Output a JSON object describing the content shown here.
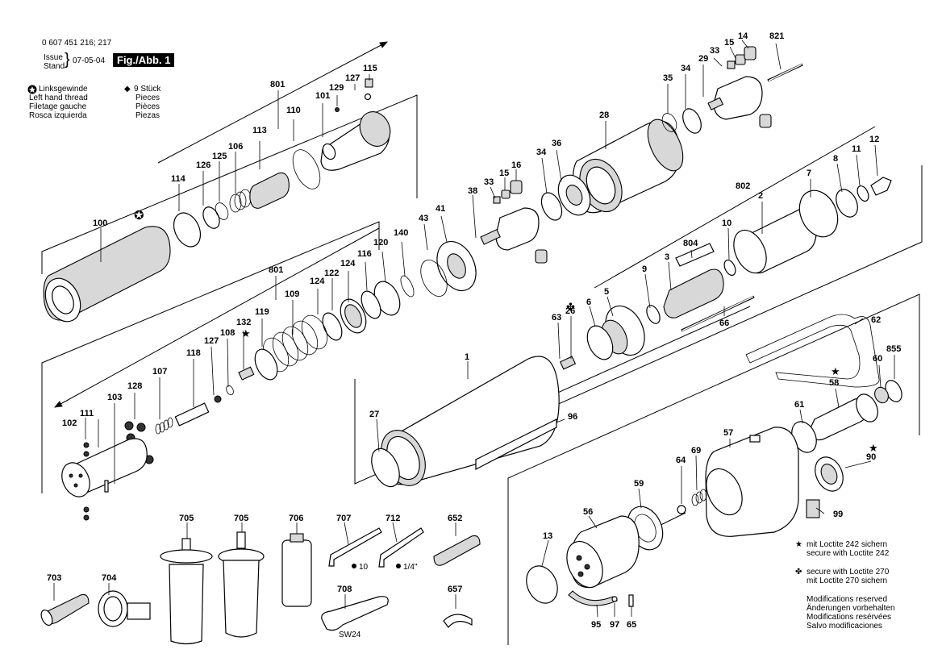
{
  "header": {
    "part_number": "0 607 451 216; 217",
    "issue_label_1": "Issue",
    "issue_label_2": "Stand",
    "issue_date": "07-05-04",
    "figure": "Fig./Abb. 1"
  },
  "legend_left": {
    "icon": "left-hand-thread-icon",
    "lines": [
      "Linksgewinde",
      "Left hand thread",
      "Filetage gauche",
      "Rosca izquierda"
    ]
  },
  "legend_pieces": {
    "icon": "diamond-icon",
    "lines": [
      "9 Stück",
      "Pieces",
      "Pièces",
      "Piezas"
    ]
  },
  "notes": {
    "loctite_242": [
      "mit Loctite 242 sichern",
      "secure with Loctite 242"
    ],
    "loctite_270": [
      "secure with Loctite 270",
      "mit Loctite 270 sichern"
    ],
    "modifications": [
      "Modifications reserved",
      "Änderungen vorbehalten",
      "Modifications resérvées",
      "Salvo modificaciones"
    ]
  },
  "tool_marks": {
    "sw24": "SW24",
    "hex10": "10",
    "hex14": "1/4\""
  },
  "labels": {
    "p100": "100",
    "p114": "114",
    "p126": "126",
    "p125": "125",
    "p106": "106",
    "p113": "113",
    "p110": "110",
    "p101": "101",
    "p129": "129",
    "p127a": "127",
    "p115": "115",
    "p801a": "801",
    "p28": "28",
    "p35": "35",
    "p34a": "34",
    "p29": "29",
    "p33a": "33",
    "p15a": "15",
    "p14": "14",
    "p821": "821",
    "p38": "38",
    "p33b": "33",
    "p15b": "15",
    "p16": "16",
    "p34b": "34",
    "p36": "36",
    "p43": "43",
    "p41": "41",
    "p801b": "801",
    "p140": "140",
    "p120": "120",
    "p116": "116",
    "p124a": "124",
    "p122": "122",
    "p124b": "124",
    "p109": "109",
    "p119": "119",
    "p132": "132",
    "p108": "108",
    "p127b": "127",
    "p118": "118",
    "p107": "107",
    "p128": "128",
    "p103": "103",
    "p102": "102",
    "p111": "111",
    "p802": "802",
    "p12": "12",
    "p11": "11",
    "p8": "8",
    "p7": "7",
    "p2": "2",
    "p10": "10",
    "p804": "804",
    "p3": "3",
    "p9": "9",
    "p5": "5",
    "p6": "6",
    "p26": "26",
    "p63": "63",
    "p66": "66",
    "p1": "1",
    "p27": "27",
    "p96": "96",
    "p62": "62",
    "p855": "855",
    "p60": "60",
    "p58": "58",
    "p61": "61",
    "p57": "57",
    "p90": "90",
    "p69": "69",
    "p64": "64",
    "p59": "59",
    "p56": "56",
    "p13": "13",
    "p99": "99",
    "p95": "95",
    "p97": "97",
    "p65": "65",
    "p703": "703",
    "p704": "704",
    "p705a": "705",
    "p705b": "705",
    "p706": "706",
    "p707": "707",
    "p712": "712",
    "p652": "652",
    "p708": "708",
    "p657": "657"
  }
}
